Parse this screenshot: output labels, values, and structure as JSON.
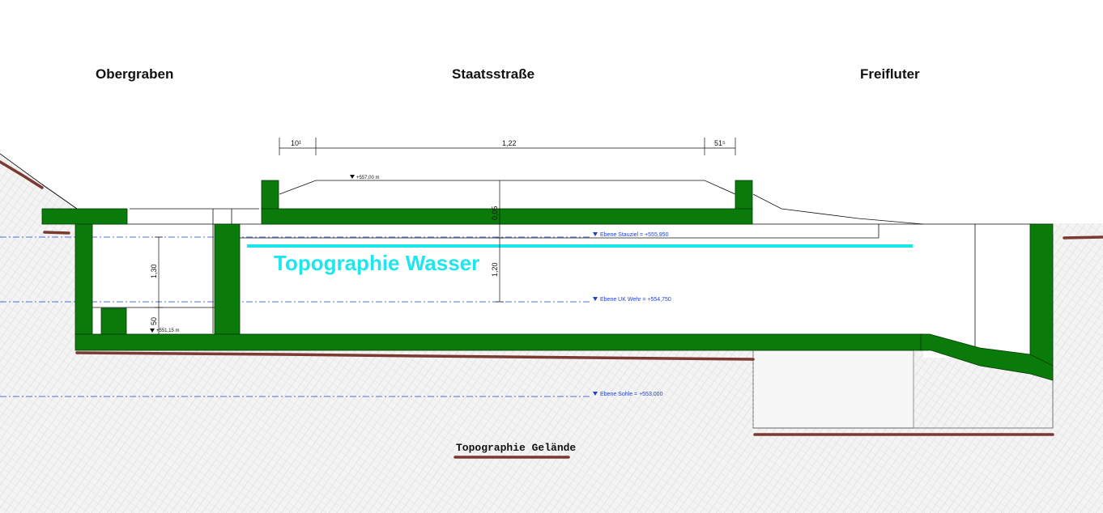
{
  "sections": {
    "left": "Obergraben",
    "middle": "Staatsstraße",
    "right": "Freifluter"
  },
  "dimensions": {
    "top_left": "10¹",
    "top_middle": "1,22",
    "top_right": "51⁵",
    "road_height": "0,05",
    "water_depth": "1,20",
    "left_height": "1,30",
    "left_bottom": "50"
  },
  "elevations": {
    "road": "+557,00 m",
    "left_bottom": "+551,15 m"
  },
  "levels": {
    "stauziel": "Ebene Stauziel = +555,950",
    "uk_wehr": "Ebene UK Wehr = +554,750",
    "sohle": "Ebene Sohle = +553,000"
  },
  "labels": {
    "water": "Topographie Wasser",
    "terrain": "Topographie Gelände"
  },
  "colors": {
    "concrete": "#0a7a0a",
    "water": "#1ee6ee",
    "terrain": "#7a3a32",
    "level_line": "#1f3fd0",
    "hatch": "#dcdcdc"
  }
}
